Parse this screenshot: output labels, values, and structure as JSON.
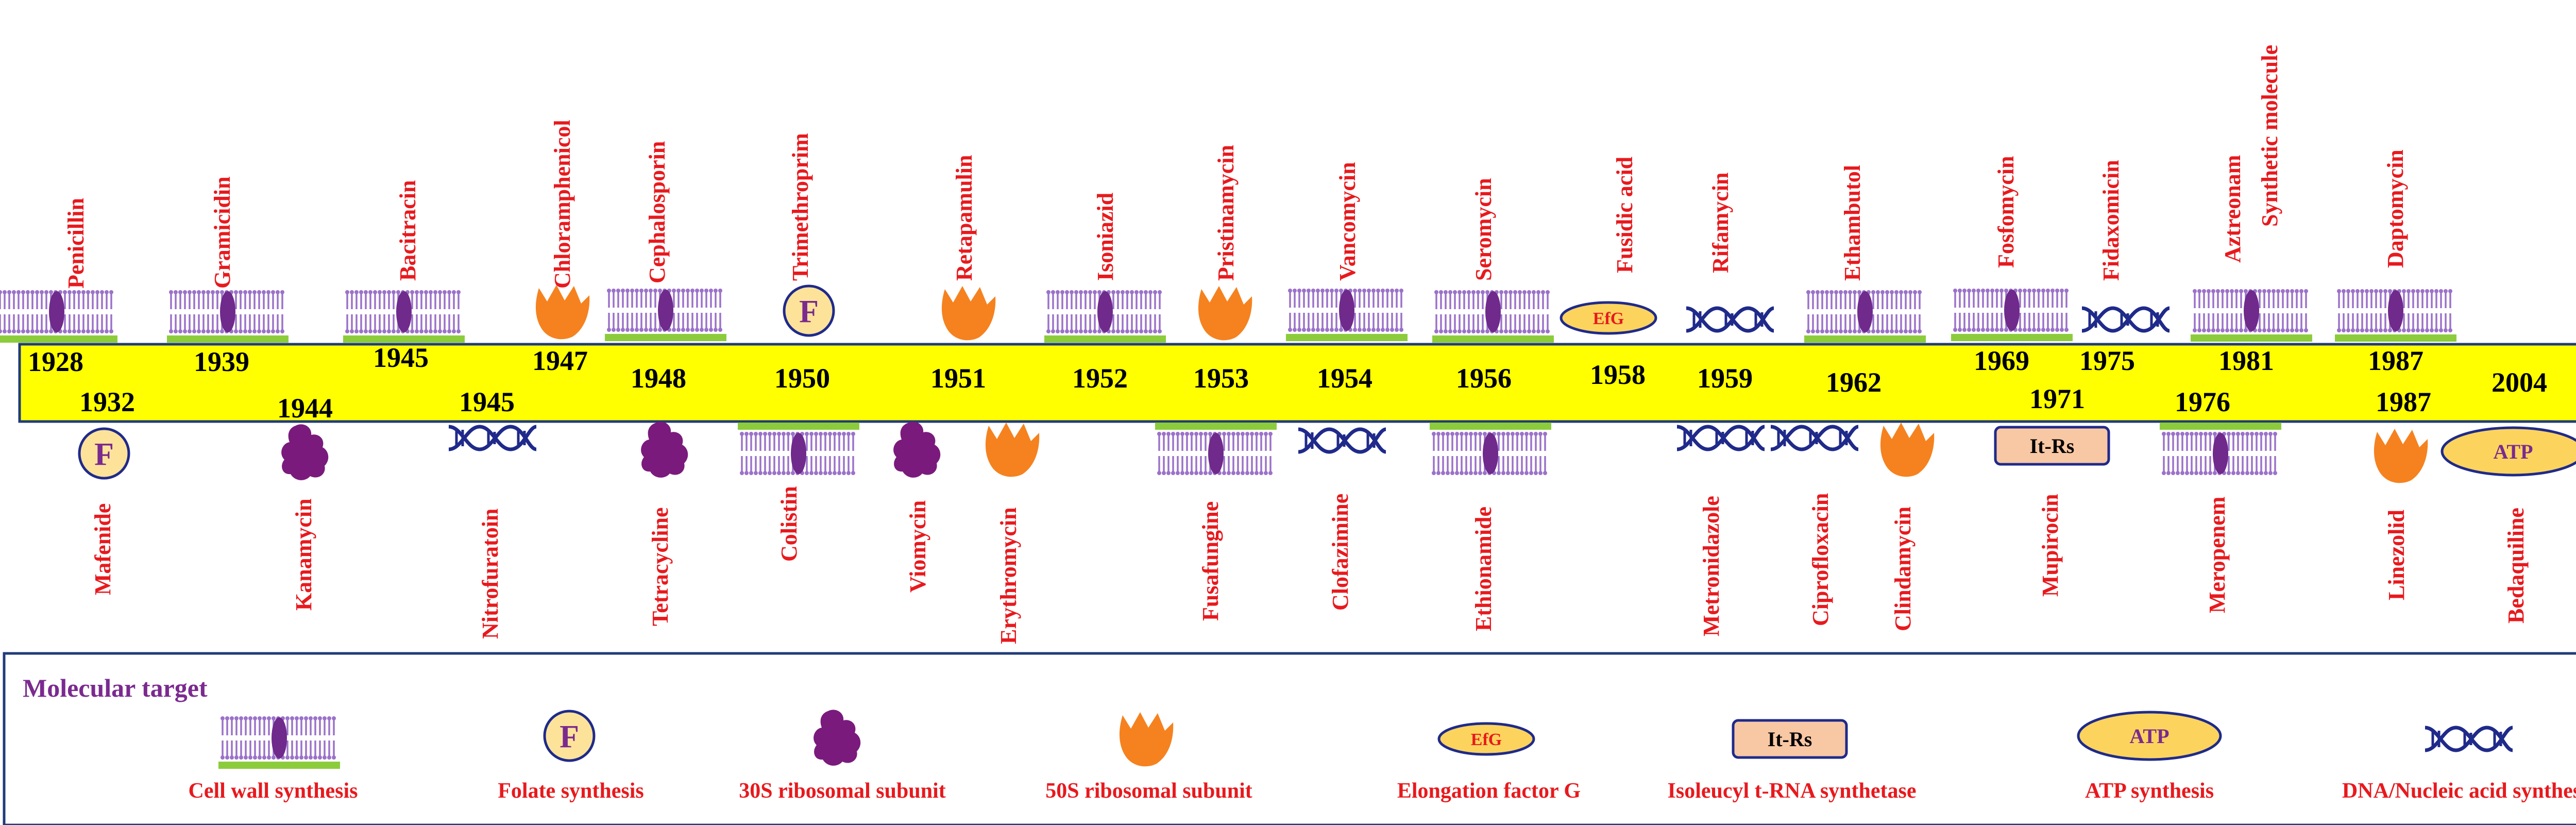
{
  "timeline": {
    "top_events": [
      {
        "year": "1928",
        "drug": "Penicillin",
        "target": "cell-wall"
      },
      {
        "year": "1939",
        "drug": "Gramicidin",
        "target": "cell-wall"
      },
      {
        "year": "1945",
        "drug": "Bacitracin",
        "target": "cell-wall"
      },
      {
        "year": "1947",
        "drug": "Chloramphenicol",
        "target": "50s"
      },
      {
        "year": "1948",
        "drug": "Cephalosporin",
        "target": "cell-wall"
      },
      {
        "year": "1950",
        "drug": "Trimethroprim",
        "target": "folate"
      },
      {
        "year": "1951",
        "drug": "Retapamulin",
        "target": "50s"
      },
      {
        "year": "1952",
        "drug": "Isoniazid",
        "target": "cell-wall"
      },
      {
        "year": "1953",
        "drug": "Pristinamycin",
        "target": "50s"
      },
      {
        "year": "1954",
        "drug": "Vancomycin",
        "target": "cell-wall"
      },
      {
        "year": "1956",
        "drug": "Seromycin",
        "target": "cell-wall"
      },
      {
        "year": "1958",
        "drug": "Fusidic acid",
        "target": "efg"
      },
      {
        "year": "1959",
        "drug": "Rifamycin",
        "target": "dna"
      },
      {
        "year": "1962",
        "drug": "Ethambutol",
        "target": "cell-wall"
      },
      {
        "year": "1969",
        "drug": "Fosfomycin",
        "target": "cell-wall"
      },
      {
        "year": "1975",
        "drug": "Fidaxomicin",
        "target": "dna"
      },
      {
        "year": "1981",
        "drug": "Aztreonam",
        "drug2": "Synthetic molecule",
        "target": "cell-wall"
      },
      {
        "year": "1987",
        "drug": "Daptomycin",
        "target": "cell-wall"
      }
    ],
    "bottom_events": [
      {
        "year": "1932",
        "drug": "Mafenide",
        "target": "folate"
      },
      {
        "year": "1944",
        "drug": "Kanamycin",
        "target": "30s"
      },
      {
        "year": "1945",
        "drug": "Nitrofuratoin",
        "target": "dna"
      },
      {
        "year": "1948",
        "drug": "Tetracycline",
        "target": "30s"
      },
      {
        "year": "1950",
        "drug": "Colistin",
        "target": "cell-wall"
      },
      {
        "year": "1951",
        "drug": "Viomycin",
        "target": "30s"
      },
      {
        "year": "1951",
        "drug": "Erythromycin",
        "target": "50s"
      },
      {
        "year": "1953",
        "drug": "Fusafungine",
        "target": "cell-wall"
      },
      {
        "year": "1954",
        "drug": "Clofazimine",
        "target": "dna"
      },
      {
        "year": "1956",
        "drug": "Ethionamide",
        "target": "cell-wall"
      },
      {
        "year": "1959",
        "drug": "Metronidazole",
        "target": "dna"
      },
      {
        "year": "1962",
        "drug": "Ciprofloxacin",
        "target": "dna"
      },
      {
        "year": "1962",
        "drug": "Clindamycin",
        "target": "50s"
      },
      {
        "year": "1971",
        "drug": "Mupirocin",
        "target": "itrs"
      },
      {
        "year": "1976",
        "drug": "Meropenem",
        "target": "cell-wall"
      },
      {
        "year": "1987",
        "drug": "Linezolid",
        "target": "50s"
      },
      {
        "year": "2004",
        "drug": "Bedaquiline",
        "target": "atp"
      }
    ]
  },
  "legend": {
    "title": "Molecular target",
    "items": [
      {
        "label": "Cell wall synthesis",
        "icon": "cell-wall-icon"
      },
      {
        "label": "Folate synthesis",
        "icon": "folate-icon"
      },
      {
        "label": "30S ribosomal subunit",
        "icon": "ribosome-30s-icon"
      },
      {
        "label": "50S ribosomal subunit",
        "icon": "ribosome-50s-icon"
      },
      {
        "label": "Elongation  factor G",
        "icon": "efg-icon"
      },
      {
        "label": "Isoleucyl t-RNA synthetase",
        "icon": "itrs-icon"
      },
      {
        "label": "ATP synthesis",
        "icon": "atp-icon"
      },
      {
        "label": "DNA/Nucleic acid synthesis",
        "icon": "dna-icon"
      }
    ]
  },
  "symbols": {
    "folate_letter": "F",
    "efg_text": "EfG",
    "itrs_text": "It-Rs",
    "atp_text": "ATP"
  },
  "colors": {
    "arrow": "#ffff00",
    "drug_text": "#e8191d",
    "membrane": "#9b72c9",
    "membrane_base": "#8ccc3c",
    "protein": "#6f2a8c",
    "ribosome_30s": "#7a1a7c",
    "ribosome_50s": "#f5821f",
    "dna": "#1f2a8a",
    "folate_fill": "#fde39a",
    "efg_fill": "#fcd45d",
    "itrs_fill": "#f8c7a4",
    "legend_title": "#7b2a8f",
    "legend_border": "#1f3b7a"
  }
}
